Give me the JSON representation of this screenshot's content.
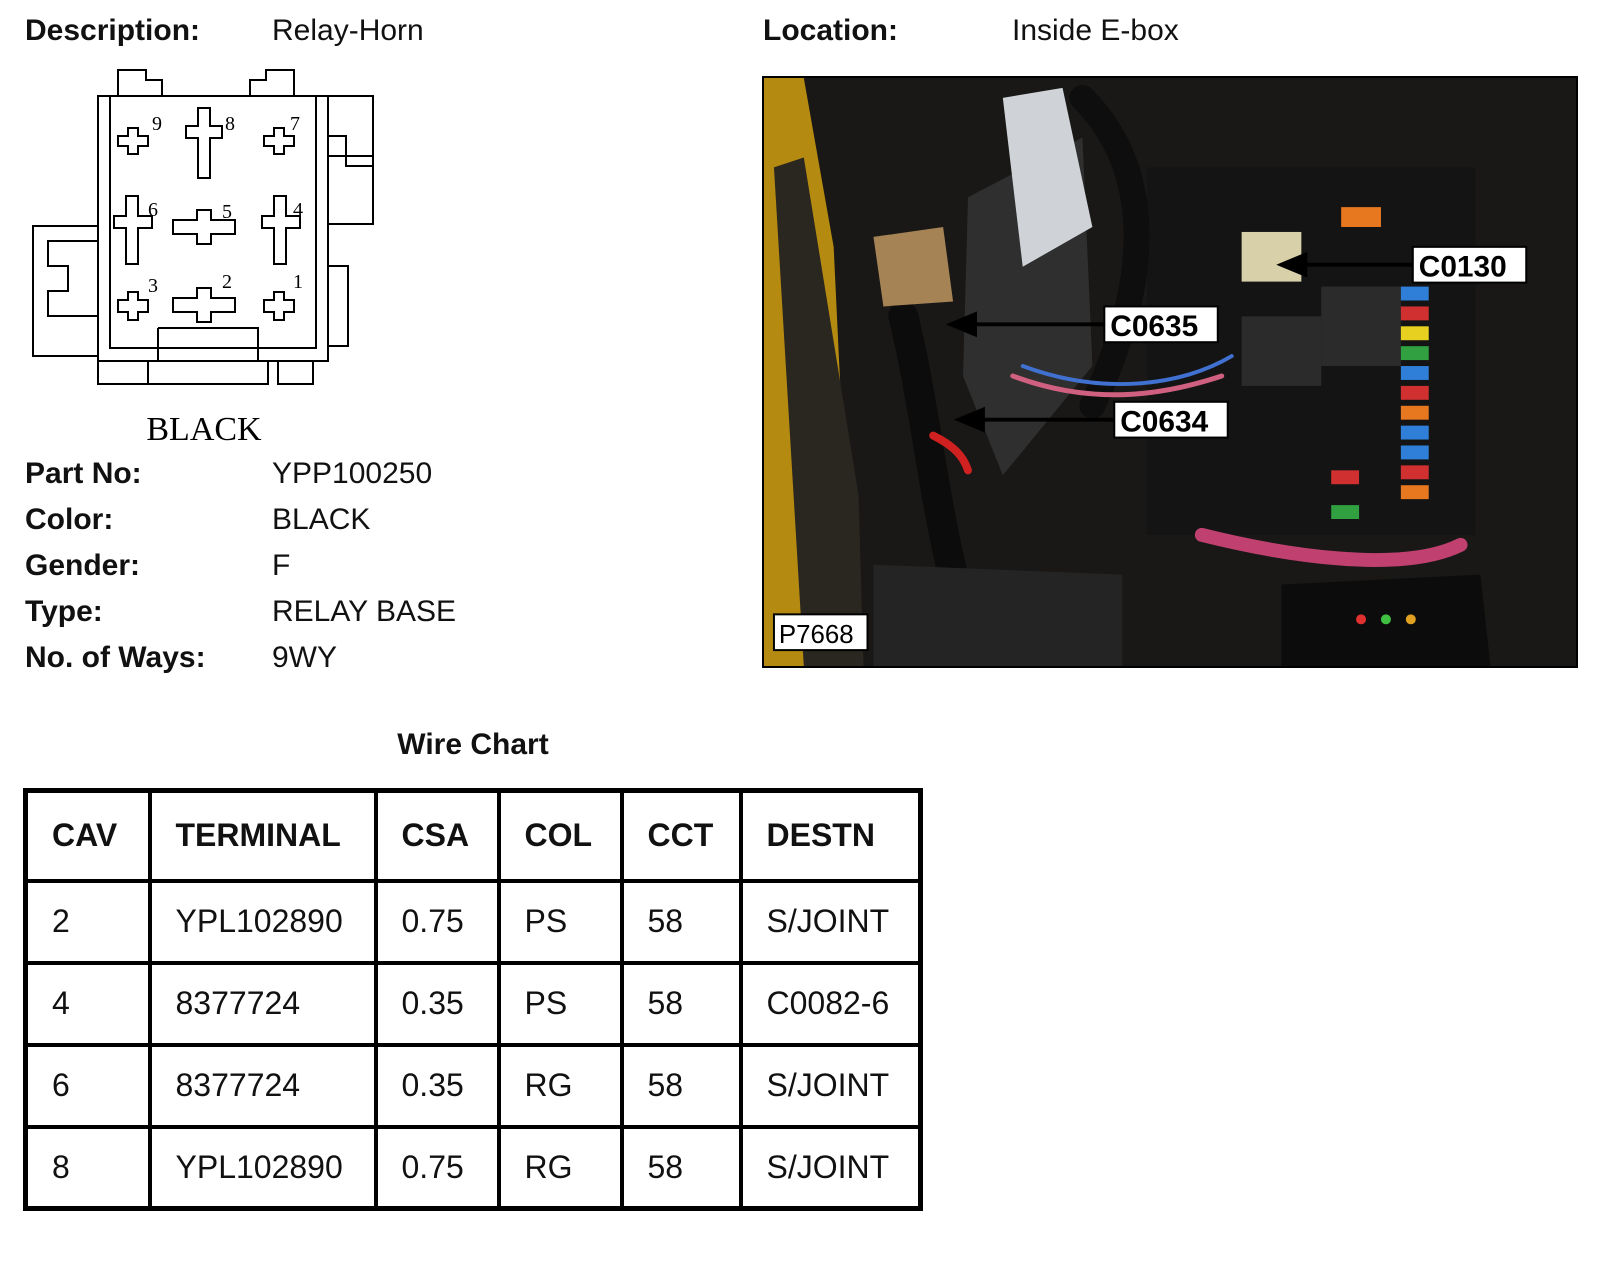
{
  "header": {
    "description_label": "Description:",
    "description_value": "Relay-Horn",
    "location_label": "Location:",
    "location_value": "Inside E-box"
  },
  "connector_diagram": {
    "color_caption": "BLACK",
    "cavity_numbers": [
      "1",
      "2",
      "3",
      "4",
      "5",
      "6",
      "7",
      "8",
      "9"
    ]
  },
  "photo": {
    "callouts": [
      "C0130",
      "C0635",
      "C0634"
    ],
    "ref_code": "P7668"
  },
  "specs": [
    {
      "label": "Part No:",
      "value": "YPP100250"
    },
    {
      "label": "Color:",
      "value": "BLACK"
    },
    {
      "label": "Gender:",
      "value": "F"
    },
    {
      "label": "Type:",
      "value": "RELAY BASE"
    },
    {
      "label": "No. of Ways:",
      "value": "9WY"
    }
  ],
  "wire_chart": {
    "title": "Wire Chart",
    "headers": [
      "CAV",
      "TERMINAL",
      "CSA",
      "COL",
      "CCT",
      "DESTN"
    ],
    "rows": [
      [
        "2",
        "YPL102890",
        "0.75",
        "PS",
        "58",
        "S/JOINT"
      ],
      [
        "4",
        "8377724",
        "0.35",
        "PS",
        "58",
        "C0082-6"
      ],
      [
        "6",
        "8377724",
        "0.35",
        "RG",
        "58",
        "S/JOINT"
      ],
      [
        "8",
        "YPL102890",
        "0.75",
        "RG",
        "58",
        "S/JOINT"
      ]
    ]
  }
}
